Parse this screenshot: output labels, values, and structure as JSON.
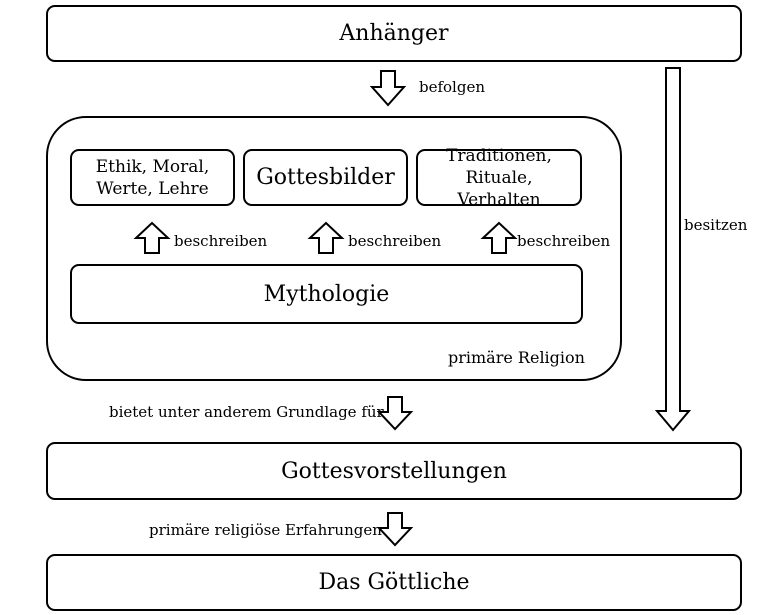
{
  "nodes": {
    "anhaenger": "Anhänger",
    "ethik": "Ethik, Moral, Werte, Lehre",
    "gottesbilder": "Gottesbilder",
    "traditionen": "Traditionen, Rituale, Verhalten",
    "mythologie": "Mythologie",
    "gottesvorstellungen": "Gottesvorstellungen",
    "goettliche": "Das Göttliche"
  },
  "group_label": "primäre Religion",
  "edges": {
    "befolgen": "befolgen",
    "beschreiben_1": "beschreiben",
    "beschreiben_2": "beschreiben",
    "beschreiben_3": "beschreiben",
    "besitzen": "besitzen",
    "grundlage": "bietet unter anderem Grundlage für",
    "erfahrungen": "primäre religiöse Erfahrungen"
  }
}
